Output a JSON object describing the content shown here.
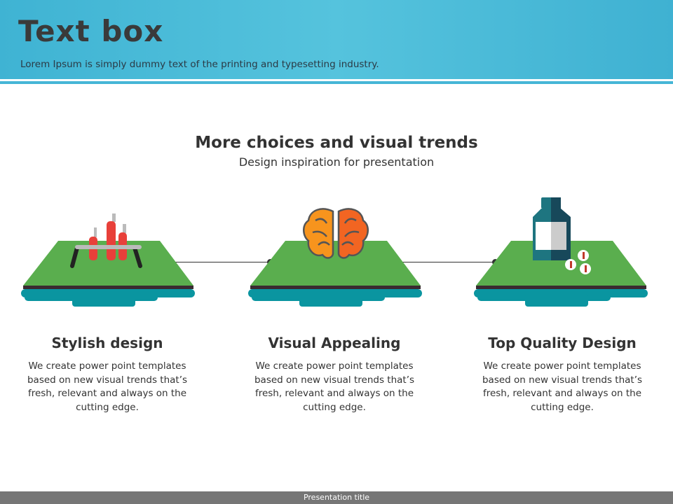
{
  "header": {
    "title": "Text box",
    "subtitle": "Lorem Ipsum is simply dummy text of the printing and typesetting industry."
  },
  "section": {
    "heading": "More choices and visual trends",
    "subheading": "Design inspiration for presentation"
  },
  "features": [
    {
      "icon": "test-tubes-icon",
      "title": "Stylish design",
      "text": "We create power point templates based on new visual trends that’s fresh, relevant and always on the cutting edge."
    },
    {
      "icon": "brain-icon",
      "title": "Visual Appealing",
      "text": "We create power point templates based on new visual trends that’s fresh, relevant and always on the cutting edge."
    },
    {
      "icon": "medicine-bottle-icon",
      "title": "Top Quality Design",
      "text": "We create power point templates based on new visual trends that’s fresh, relevant and always on the cutting edge."
    }
  ],
  "footer": {
    "label": "Presentation title"
  },
  "colors": {
    "header": "#4dbcd9",
    "platform": "#5aae4e",
    "base": "#0a95a0",
    "strip": "#3a2a30"
  }
}
